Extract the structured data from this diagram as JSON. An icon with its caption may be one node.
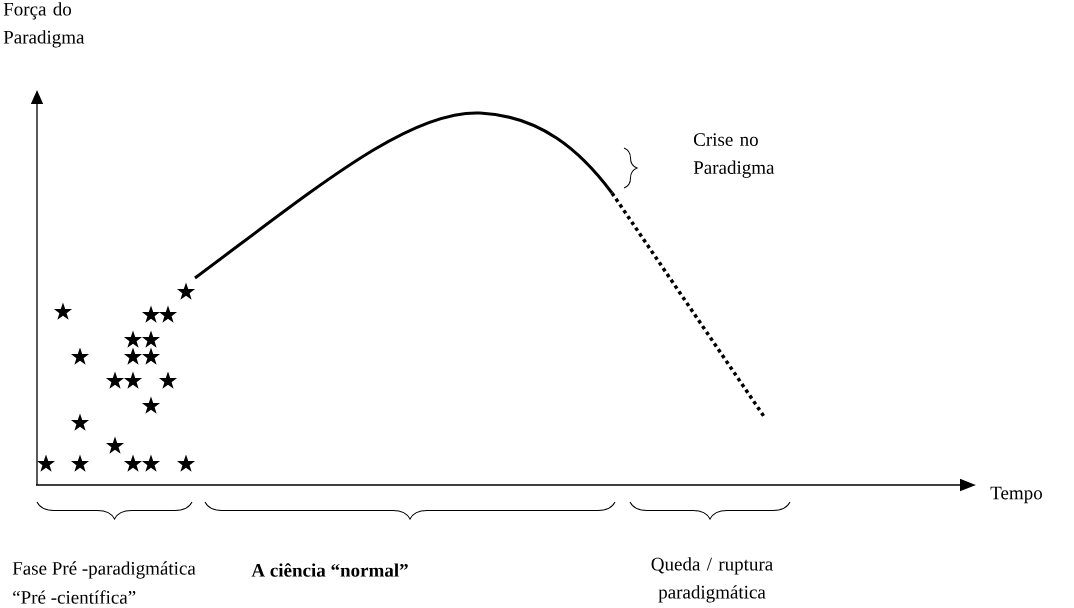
{
  "diagram": {
    "labels": [
      "Força do Paradigma",
      "Crise no Paradigma",
      "Tempo",
      "Fase Pré -paradigmática",
      "“Pré -científica”",
      "A ciência “normal”",
      "Queda / ruptura paradigmática"
    ]
  }
}
